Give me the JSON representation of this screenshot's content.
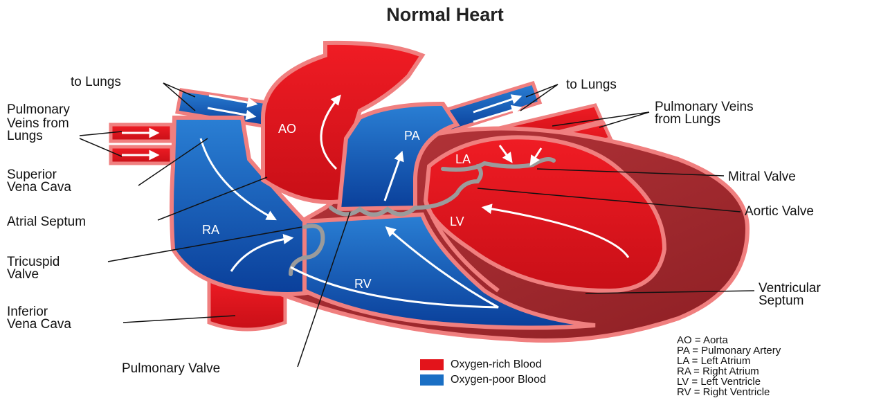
{
  "title": "Normal Heart",
  "labels": {
    "to_lungs_left": "to Lungs",
    "to_lungs_right": "to Lungs",
    "pulmonary_veins_left_1": "Pulmonary",
    "pulmonary_veins_left_2": "Veins from",
    "pulmonary_veins_left_3": "Lungs",
    "pulmonary_veins_right_1": "Pulmonary Veins",
    "pulmonary_veins_right_2": "from Lungs",
    "superior_vena_cava_1": "Superior",
    "superior_vena_cava_2": "Vena Cava",
    "atrial_septum": "Atrial Septum",
    "tricuspid_valve_1": "Tricuspid",
    "tricuspid_valve_2": "Valve",
    "inferior_vena_cava_1": "Inferior",
    "inferior_vena_cava_2": "Vena Cava",
    "pulmonary_valve": "Pulmonary Valve",
    "mitral_valve": "Mitral Valve",
    "aortic_valve": "Aortic Valve",
    "ventricular_septum_1": "Ventricular",
    "ventricular_septum_2": "Septum"
  },
  "chambers": {
    "ao": "AO",
    "pa": "PA",
    "la": "LA",
    "ra": "RA",
    "lv": "LV",
    "rv": "RV"
  },
  "legend": [
    {
      "label": "Oxygen-rich Blood",
      "color": "#e3141b"
    },
    {
      "label": "Oxygen-poor Blood",
      "color": "#1a6fc4"
    }
  ],
  "abbreviations": [
    "AO = Aorta",
    "PA = Pulmonary Artery",
    "LA = Left Atrium",
    "RA = Right Atrium",
    "LV = Left Ventricle",
    "RV = Right Ventricle"
  ],
  "colors": {
    "oxygen_rich": "#e3141b",
    "oxygen_poor": "#1a6fc4",
    "wall": "#f07f7f",
    "muscle": "#a8282d",
    "valve": "#9b9b9b"
  }
}
